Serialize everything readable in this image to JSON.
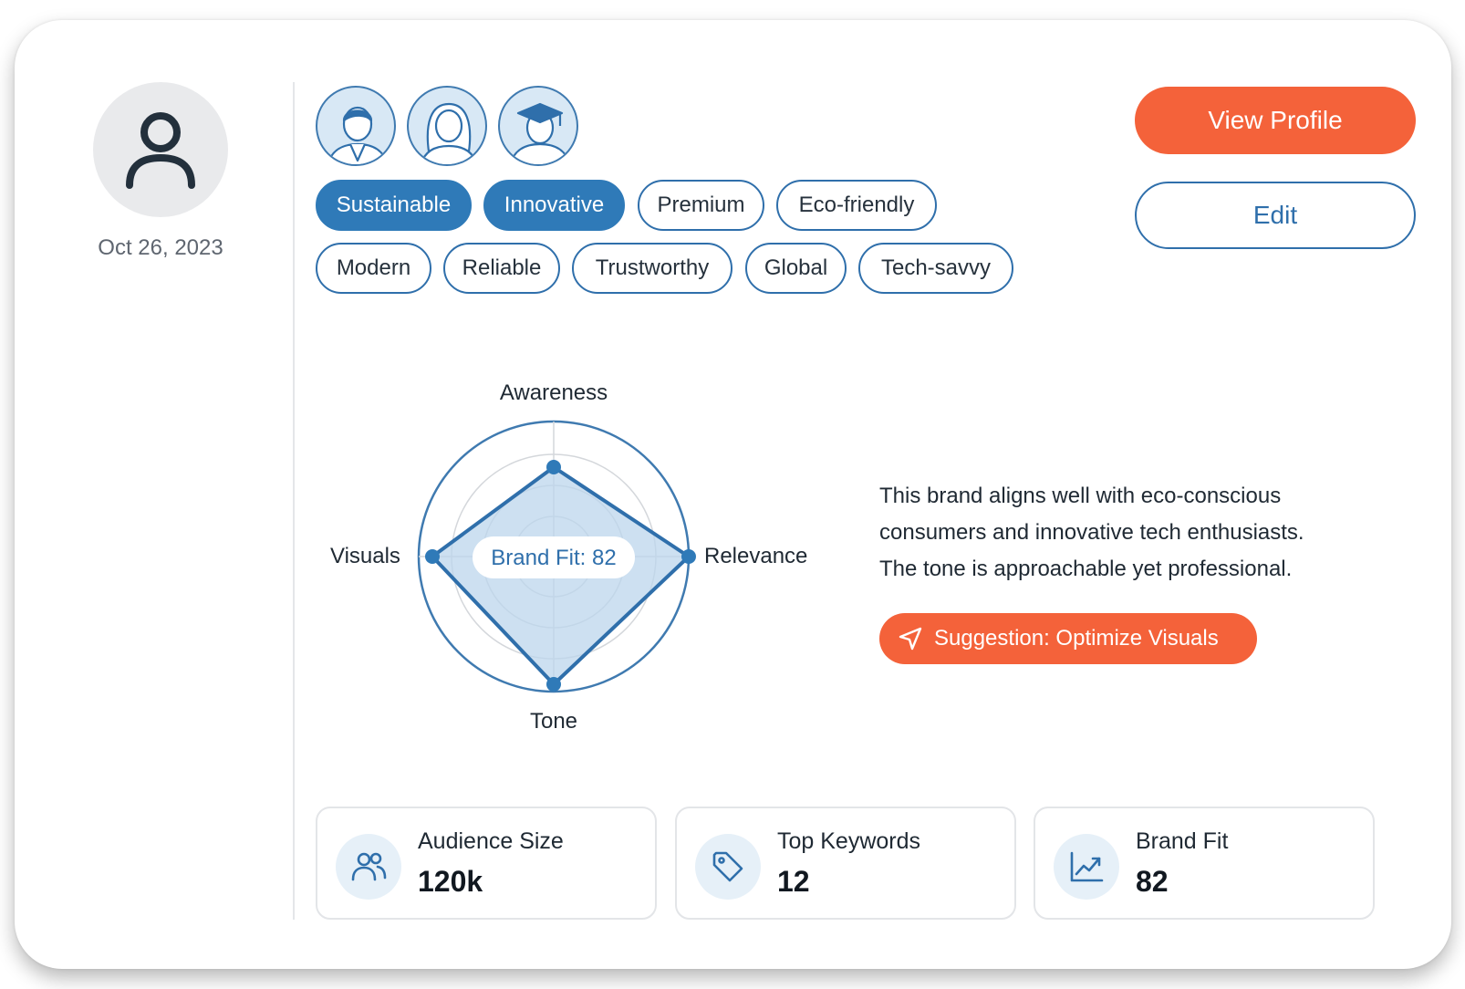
{
  "profile": {
    "date": "Oct 26, 2023",
    "avatar_icon": "user-icon"
  },
  "personas": [
    {
      "icon": "businessman-icon"
    },
    {
      "icon": "woman-icon"
    },
    {
      "icon": "graduate-icon"
    }
  ],
  "tags": [
    {
      "label": "Sustainable",
      "active": true
    },
    {
      "label": "Innovative",
      "active": true
    },
    {
      "label": "Premium",
      "active": false
    },
    {
      "label": "Eco-friendly",
      "active": false
    },
    {
      "label": "Modern",
      "active": false
    },
    {
      "label": "Reliable",
      "active": false
    },
    {
      "label": "Trustworthy",
      "active": false
    },
    {
      "label": "Global",
      "active": false
    },
    {
      "label": "Tech-savvy",
      "active": false
    }
  ],
  "actions": {
    "view_profile": "View Profile",
    "edit": "Edit"
  },
  "radar": {
    "axes": {
      "top": "Awareness",
      "right": "Relevance",
      "bottom": "Tone",
      "left": "Visuals"
    },
    "center_label": "Brand Fit: 82"
  },
  "summary": {
    "line1": "This brand aligns well with eco-conscious",
    "line2": "consumers and innovative tech enthusiasts.",
    "line3": "The tone is approachable yet professional."
  },
  "suggestion": {
    "label": "Suggestion: Optimize Visuals",
    "icon": "send-icon"
  },
  "stats": [
    {
      "label": "Audience Size",
      "value": "120k",
      "icon": "users-icon"
    },
    {
      "label": "Top Keywords",
      "value": "12",
      "icon": "tag-icon"
    },
    {
      "label": "Brand Fit",
      "value": "82",
      "icon": "trend-chart-icon"
    }
  ],
  "colors": {
    "accent_orange": "#f4623a",
    "primary_blue": "#2f7ab8",
    "chart_fill": "#bcd6ec"
  }
}
